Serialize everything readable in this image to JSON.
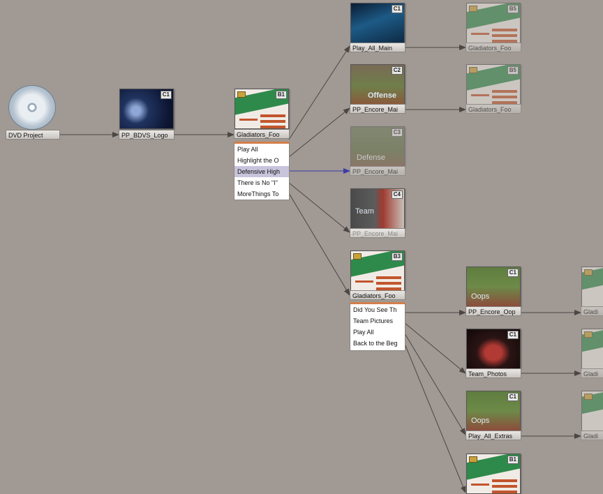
{
  "nodes": {
    "dvd_project": {
      "label": "DVD Project"
    },
    "logo": {
      "label": "PP_BDVS_Logo",
      "tag": "C1"
    },
    "main_menu": {
      "label": "Gladiators_Foo",
      "tag": "B1",
      "buttons": [
        "Play All",
        "Highlight the O",
        "Defensive High",
        "There is No \"I\"",
        "MoreThings To"
      ]
    },
    "play_all_main": {
      "label": "Play_All_Main",
      "tag": "C1"
    },
    "encore_main_1": {
      "label": "PP_Encore_Mai",
      "tag": "C2",
      "thumb_text": "Offense"
    },
    "encore_main_2": {
      "label": "PP_Encore_Mai",
      "tag": "C3",
      "thumb_text": "Defense"
    },
    "encore_main_3": {
      "label": "PP_Encore_Mai",
      "tag": "C4",
      "thumb_text": "Team"
    },
    "glad_top_1": {
      "label": "Gladiators_Foo",
      "tag": "B5"
    },
    "glad_top_2": {
      "label": "Gladiators_Foo",
      "tag": "B5"
    },
    "sub_menu": {
      "label": "Gladiators_Foo",
      "tag": "B3",
      "buttons": [
        "Did You See Th",
        "Team Pictures",
        "Play All",
        "Back to the Beg"
      ]
    },
    "encore_oops": {
      "label": "PP_Encore_Oop",
      "tag": "C1",
      "thumb_text": "Oops"
    },
    "team_photos": {
      "label": "Team_Photos",
      "tag": "C1"
    },
    "play_all_extras": {
      "label": "Play_All_Extras",
      "tag": "C1",
      "thumb_text": "Oops"
    },
    "bottom_menu": {
      "tag": "B1"
    },
    "right_1": {
      "label": "Gladi"
    },
    "right_2": {
      "label": "Gladi"
    },
    "right_3": {
      "label": "Gladi"
    }
  },
  "colors": {
    "canvas": "#a09994",
    "wire": "#4b4643",
    "wire_selected": "#3c3aa6",
    "menu_accent": "#d47f4a",
    "menu_green": "#2e8a4a"
  }
}
